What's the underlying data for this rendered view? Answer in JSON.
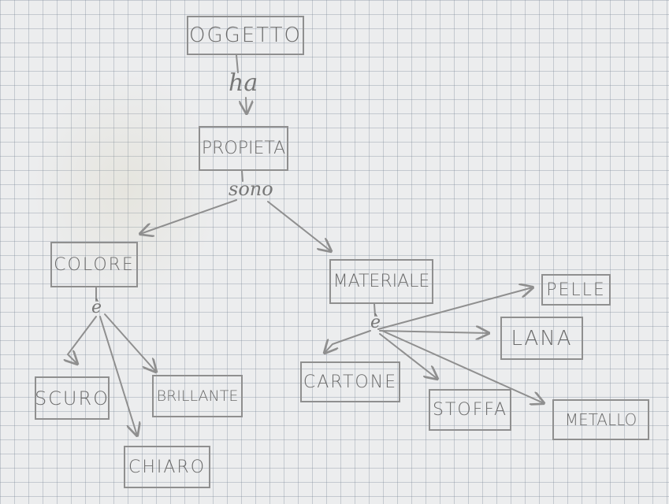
{
  "nodes": {
    "oggetto": "OGGETTO",
    "propieta": "PROPIETA",
    "colore": "COLORE",
    "materiale": "MATERIALE",
    "scuro": "SCURO",
    "brillante": "BRILLANTE",
    "chiaro": "CHIARO",
    "cartone": "CARTONE",
    "stoffa": "STOFFA",
    "pelle": "PELLE",
    "lana": "LANA",
    "metallo": "METALLO"
  },
  "links": {
    "ha": "ha",
    "sono": "sono",
    "e_colore": "è",
    "e_materiale": "è"
  },
  "colors": {
    "ink": "#8f8f8f",
    "text": "#6b6b6b",
    "grid": "#8796a0",
    "paper": "#ecedee"
  }
}
